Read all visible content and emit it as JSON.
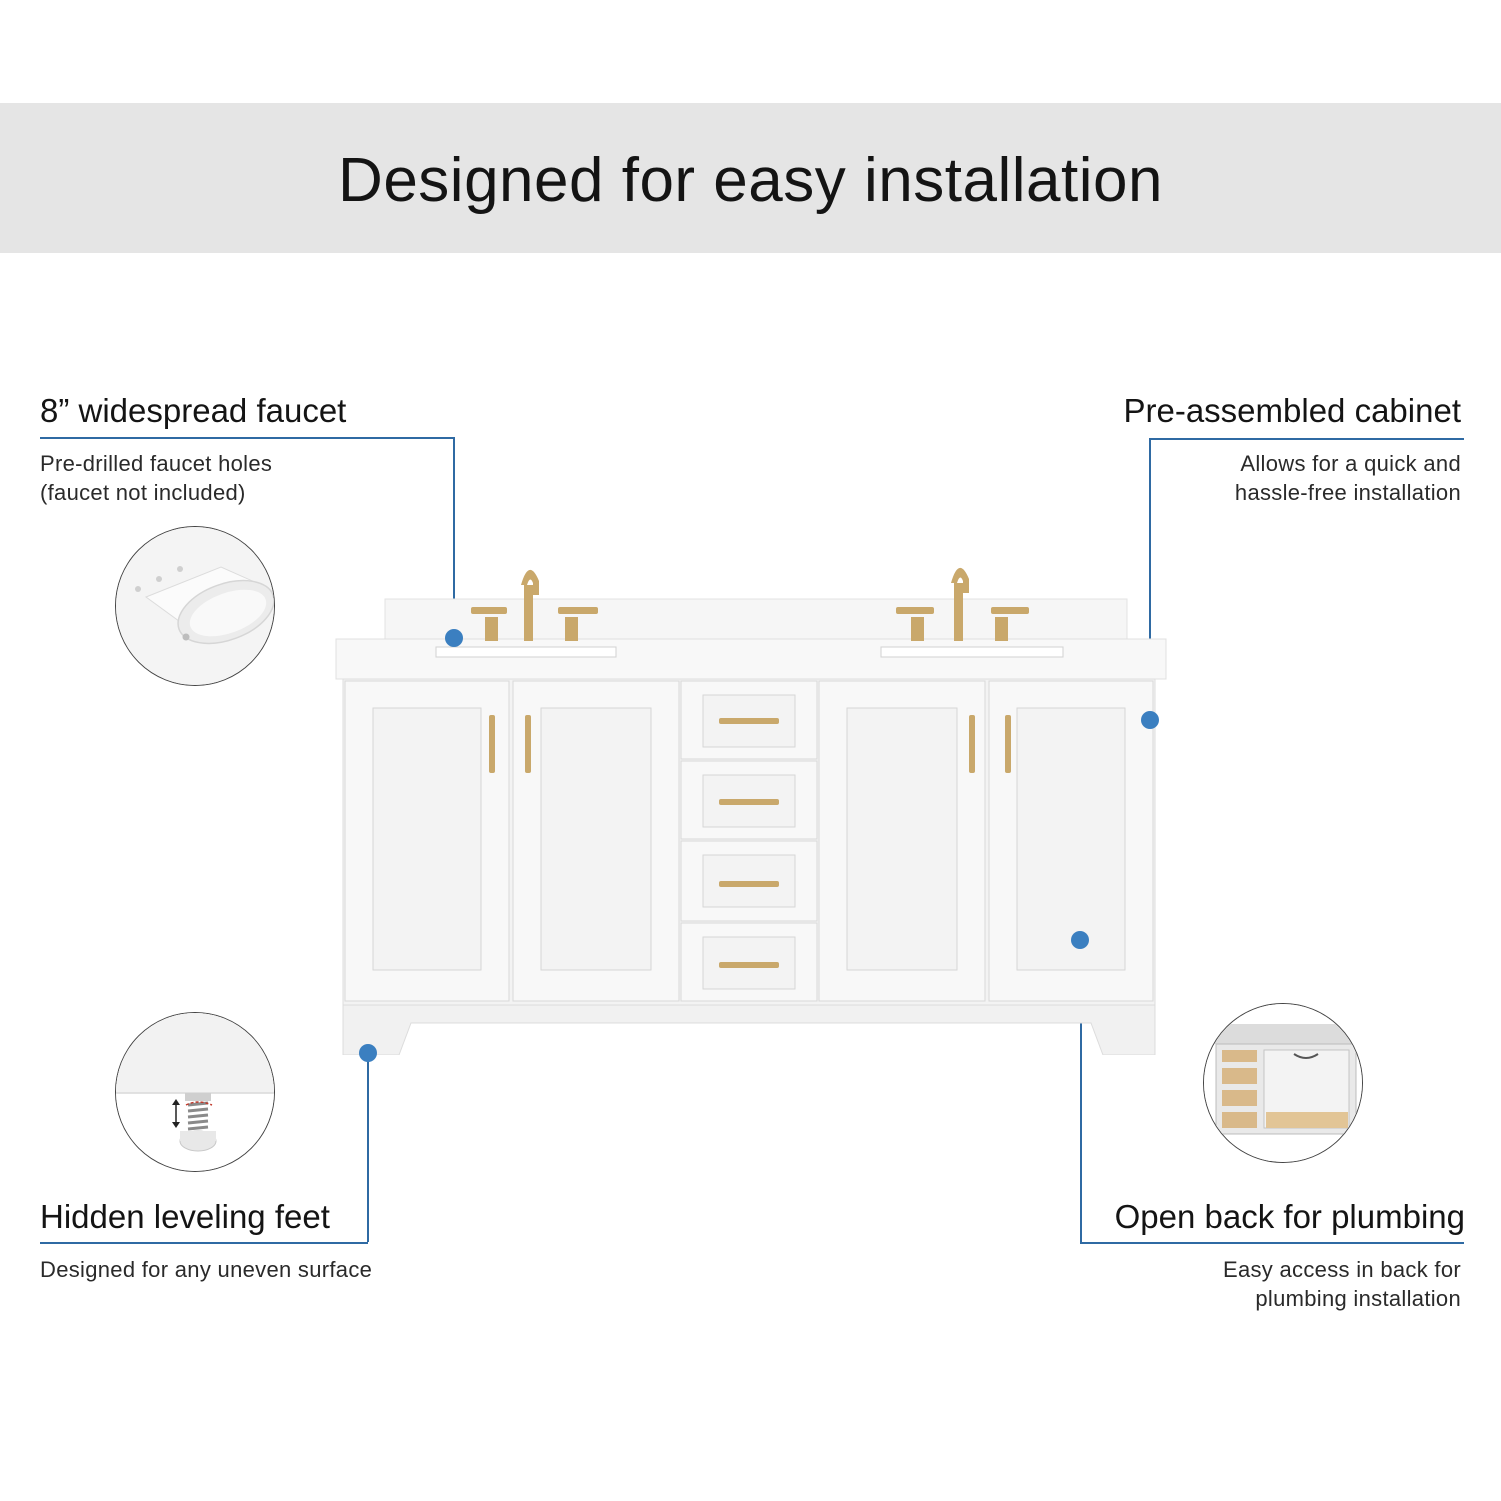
{
  "page": {
    "title": "Designed for easy installation"
  },
  "features": {
    "faucet": {
      "title": "8” widespread faucet",
      "description": "Pre-drilled faucet holes\n(faucet not included)"
    },
    "cabinet": {
      "title": "Pre-assembled cabinet",
      "description": "Allows for  a quick and\nhassle-free installation"
    },
    "feet": {
      "title": "Hidden leveling feet",
      "description": "Designed for any uneven surface"
    },
    "plumbing": {
      "title": "Open back for plumbing",
      "description": "Easy access in back for\nplumbing installation"
    }
  },
  "colors": {
    "banner": "#e5e5e5",
    "accent": "#3b7fc0",
    "line": "#2f6aa3",
    "brass": "#c9a86b",
    "cabinet_white": "#f7f7f7"
  }
}
